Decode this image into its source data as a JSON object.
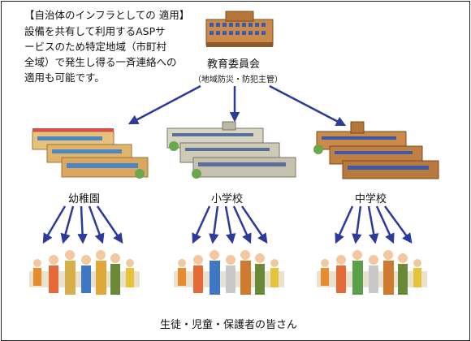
{
  "note": {
    "title": "【自治体のインフラとしての 適用】",
    "lines": [
      "設備を共有して利用するASPサ",
      "ービスのため特定地域（市町村",
      "全域）で発生し得る一斉連絡への",
      "適用も可能です。"
    ]
  },
  "board": {
    "label": "教育委員会",
    "sublabel": "（地域防災・防犯主管）"
  },
  "schools": [
    {
      "label": "幼稚園"
    },
    {
      "label": "小学校"
    },
    {
      "label": "中学校"
    }
  ],
  "recipients": {
    "label": "生徒・児童・保護者の皆さん"
  },
  "colors": {
    "arrow": "#2b3a9b",
    "brick": "#c98a4a",
    "kindergarten": "#e0b46a",
    "school_gray": "#cfcab8",
    "window": "#3d5aa8"
  }
}
